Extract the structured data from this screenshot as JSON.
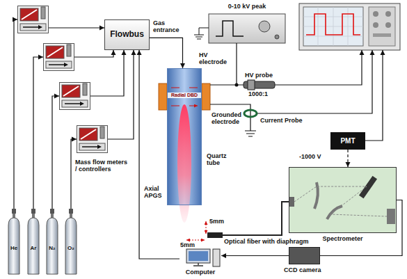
{
  "diagram": {
    "nodes": [
      {
        "text": [
          "Flowbus"
        ]
      },
      {
        "text": [
          "0-10 kV peak"
        ]
      },
      {
        "text": [
          "Quartz tube"
        ]
      },
      {
        "text": [
          "PMT"
        ]
      },
      {
        "text": [
          "He"
        ]
      },
      {
        "text": [
          "Ar"
        ]
      },
      {
        "text": [
          "N₂"
        ]
      },
      {
        "text": [
          "O₂"
        ]
      },
      {
        "text": [
          "Spectrometer"
        ]
      },
      {
        "text": [
          "CCD camera"
        ]
      },
      {
        "text": [
          "Computer"
        ]
      }
    ],
    "edges": [
      {
        "from": 0,
        "to": 2,
        "arrow": "to",
        "label": "Gas entrance"
      },
      {
        "from": 10,
        "to": 0,
        "arrow": "to"
      },
      {
        "from": 8,
        "to": 9,
        "arrow": "none"
      },
      {
        "from": 9,
        "to": 10,
        "arrow": "to"
      }
    ],
    "labels": [
      "HV electrode",
      "HV probe",
      "1000:1",
      "Grounded electrode",
      "Current Probe",
      "-1000 V",
      "Radial DBD",
      "Axial APGS",
      "5mm",
      "5mm",
      "Optical fiber with diaphragm",
      "Mass flow meters / controllers"
    ]
  }
}
